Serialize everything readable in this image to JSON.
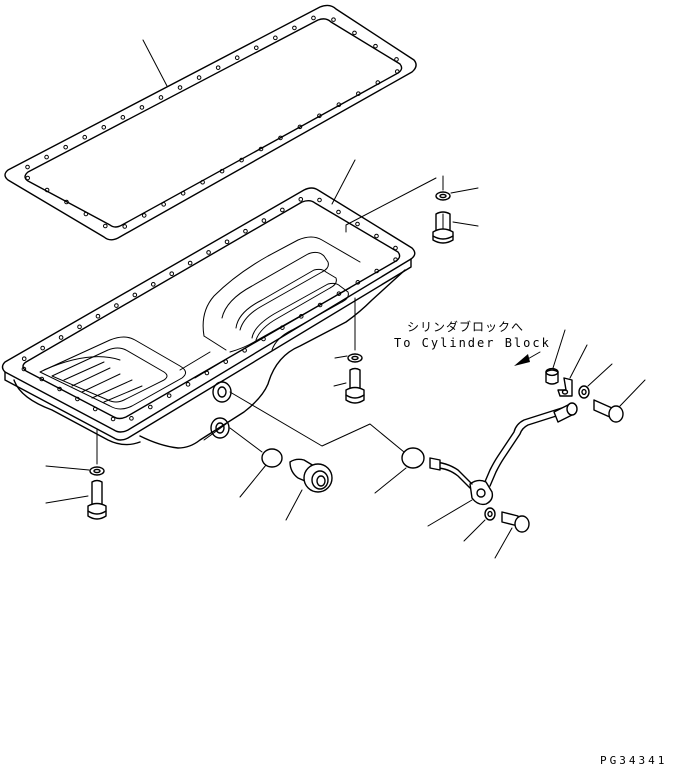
{
  "annotation": {
    "japanese": "シリンダブロックへ",
    "english": "To Cylinder Block"
  },
  "drawing_code": "PG34341"
}
